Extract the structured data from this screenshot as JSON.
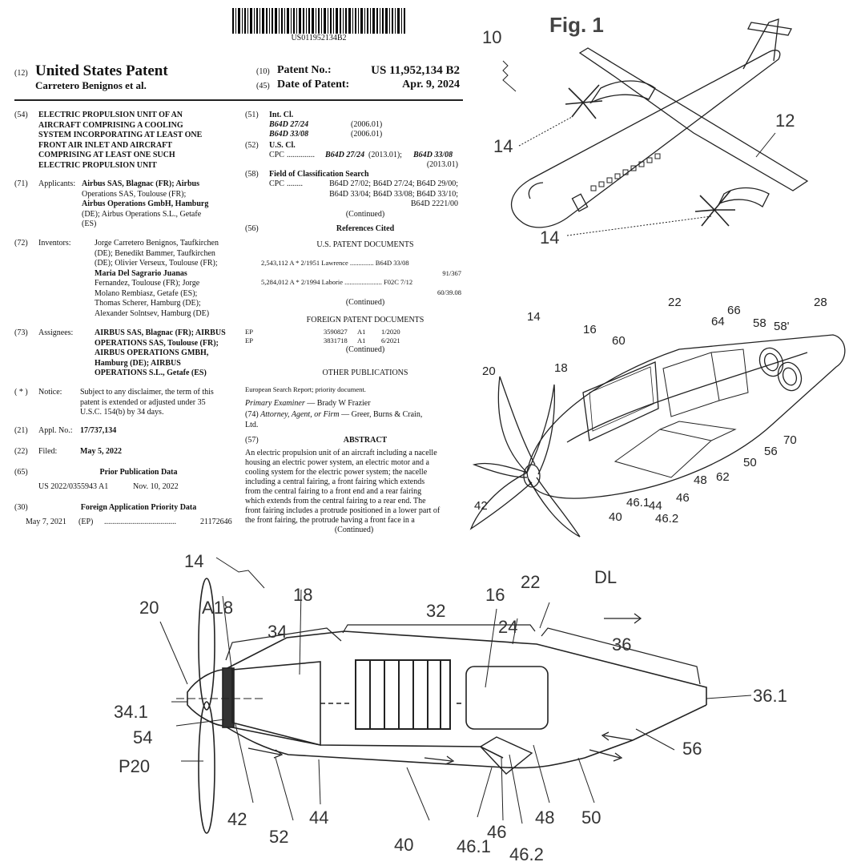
{
  "barcode": {
    "number": "US011952134B2"
  },
  "header": {
    "code12": "(12)",
    "title": "United States Patent",
    "inventors_short": "Carretero Benignos et al.",
    "code10": "(10)",
    "patent_no_label": "Patent No.:",
    "patent_no": "US 11,952,134 B2",
    "code45": "(45)",
    "date_label": "Date of Patent:",
    "date": "Apr. 9, 2024"
  },
  "left": {
    "c54": "(54)",
    "title_lines": [
      "ELECTRIC PROPULSION UNIT OF AN",
      "AIRCRAFT COMPRISING A COOLING",
      "SYSTEM INCORPORATING AT LEAST ONE",
      "FRONT AIR INLET AND AIRCRAFT",
      "COMPRISING AT LEAST ONE SUCH",
      "ELECTRIC PROPULSION UNIT"
    ],
    "c71": "(71)",
    "applicants_label": "Applicants:",
    "applicants_lines": [
      "Airbus SAS, Blagnac (FR); Airbus",
      "Operations SAS, Toulouse (FR);",
      "Airbus Operations GmbH, Hamburg",
      "(DE); Airbus Operations S.L., Getafe",
      "(ES)"
    ],
    "c72": "(72)",
    "inventors_label": "Inventors:",
    "inventors_lines": [
      "Jorge Carretero Benignos, Taufkirchen",
      "(DE); Benedikt Bammer, Taufkirchen",
      "(DE); Olivier Verseux, Toulouse (FR);",
      "Maria Del Sagrario Juanas",
      "Fernandez, Toulouse (FR); Jorge",
      "Molano Rembiasz, Getafe (ES);",
      "Thomas Scherer, Hamburg (DE);",
      "Alexander Solntsev, Hamburg (DE)"
    ],
    "c73": "(73)",
    "assignees_label": "Assignees:",
    "assignees_lines": [
      "AIRBUS SAS, Blagnac (FR); AIRBUS",
      "OPERATIONS SAS, Toulouse (FR);",
      "AIRBUS OPERATIONS GMBH,",
      "Hamburg (DE); AIRBUS",
      "OPERATIONS S.L., Getafe (ES)"
    ],
    "cnotice": "( * )",
    "notice_label": "Notice:",
    "notice_lines": [
      "Subject to any disclaimer, the term of this",
      "patent is extended or adjusted under 35",
      "U.S.C. 154(b) by 34 days."
    ],
    "c21": "(21)",
    "appl_label": "Appl. No.:",
    "appl_no": "17/737,134",
    "c22": "(22)",
    "filed_label": "Filed:",
    "filed": "May 5, 2022",
    "c65": "(65)",
    "prior_pub_heading": "Prior Publication Data",
    "prior_pub_no": "US 2022/0355943 A1",
    "prior_pub_date": "Nov. 10, 2022",
    "c30": "(30)",
    "foreign_priority_heading": "Foreign Application Priority Data",
    "fp_date": "May 7, 2021",
    "fp_country": "(EP)",
    "fp_dots": "....................................",
    "fp_no": "21172646"
  },
  "right": {
    "c51": "(51)",
    "intcl_label": "Int. Cl.",
    "intcl": [
      {
        "code": "B64D 27/24",
        "year": "(2006.01)"
      },
      {
        "code": "B64D 33/08",
        "year": "(2006.01)"
      }
    ],
    "c52": "(52)",
    "uscl_label": "U.S. Cl.",
    "cpc_label": "CPC",
    "cpc_dots": "..............",
    "cpc_a": "B64D 27/24",
    "cpc_a_year": "(2013.01);",
    "cpc_b": "B64D 33/08",
    "cpc_b_year": "(2013.01)",
    "c58": "(58)",
    "field_label": "Field of Classification Search",
    "field_cpc_label": "CPC",
    "field_dots": "........",
    "field_lines": [
      "B64D 27/02; B64D 27/24; B64D 29/00;",
      "B64D 33/04; B64D 33/08; B64D 33/10;",
      "B64D 2221/00"
    ],
    "continued": "(Continued)",
    "c56": "(56)",
    "refs_heading": "References Cited",
    "us_docs_heading": "U.S. PATENT DOCUMENTS",
    "us_docs": [
      {
        "no": "2,543,112",
        "kind": "A",
        "star": "*",
        "date": "2/1951",
        "name": "Lawrence",
        "dots": "..............",
        "cls": "B64D 33/08",
        "cls2": "91/367"
      },
      {
        "no": "5,284,012",
        "kind": "A",
        "star": "*",
        "date": "2/1994",
        "name": "Laborie",
        "dots": "......................",
        "cls": "F02C 7/12",
        "cls2": "60/39.08"
      }
    ],
    "foreign_docs_heading": "FOREIGN PATENT DOCUMENTS",
    "foreign_docs": [
      {
        "country": "EP",
        "no": "3590827",
        "kind": "A1",
        "date": "1/2020"
      },
      {
        "country": "EP",
        "no": "3831718",
        "kind": "A1",
        "date": "6/2021"
      }
    ],
    "other_pubs_heading": "OTHER PUBLICATIONS",
    "other_pub": "European Search Report; priority document.",
    "examiner_label": "Primary Examiner",
    "examiner": "— Brady W Frazier",
    "c74": "(74)",
    "attorney_label": "Attorney, Agent, or Firm",
    "attorney": "— Greer, Burns & Crain,",
    "attorney2": "Ltd.",
    "c57": "(57)",
    "abstract_heading": "ABSTRACT",
    "abstract_lines": [
      "An electric propulsion unit of an aircraft including a nacelle",
      "housing an electric power system, an electric motor and a",
      "cooling system for the electric power system; the nacelle",
      "including a central fairing, a front fairing which extends",
      "from the central fairing to a front end and a rear fairing",
      "which extends from the central fairing to a rear end. The",
      "front fairing includes a protrude positioned in a lower part of",
      "the front fairing, the protrude having a front face in a"
    ]
  },
  "fig1": {
    "title": "Fig. 1",
    "labels": {
      "l10": "10",
      "l12": "12",
      "l14a": "14",
      "l14b": "14"
    }
  },
  "fig2": {
    "labels": {
      "l14": "14",
      "l22": "22",
      "l16": "16",
      "l66": "66",
      "l64": "64",
      "l58": "58",
      "l58p": "58'",
      "l28": "28",
      "l60": "60",
      "l20": "20",
      "l18": "18",
      "l70": "70",
      "l56": "56",
      "l50": "50",
      "l62": "62",
      "l48": "48",
      "l46": "46",
      "l461": "46.1",
      "l44": "44",
      "l462": "46.2",
      "l42": "42",
      "l40": "40"
    }
  },
  "fig3": {
    "labels": {
      "l14": "14",
      "l18": "18",
      "l16": "16",
      "l22": "22",
      "lDL": "DL",
      "l20": "20",
      "lA18": "A18",
      "l34": "34",
      "l32": "32",
      "l24": "24",
      "l36": "36",
      "l361": "36.1",
      "l341": "34.1",
      "l54": "54",
      "lP20": "P20",
      "l56": "56",
      "l42": "42",
      "l52": "52",
      "l44": "44",
      "l40": "40",
      "l461": "46.1",
      "l46": "46",
      "l462": "46.2",
      "l48": "48",
      "l50": "50"
    }
  }
}
